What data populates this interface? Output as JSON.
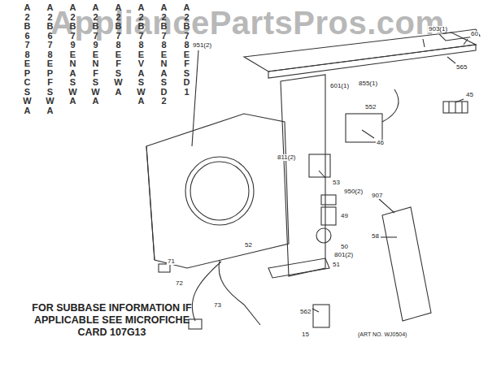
{
  "diagram": {
    "labels": [
      "AppliancePartsPros.com",
      "A2B678EPCSWA",
      "A2B678EPFSWA",
      "A2B79ENASWA",
      "A2B79ENFSWA",
      "A2B78EFSWA",
      "A2B78EVASWA",
      "A2B78ENASD2",
      "A2B78EFSD1",
      "FOR SUBBASE INFORMATION IF APPLICABLE SEE MICROFICHE CARD 107G13",
      "(ART NO. WJ0504)",
      "60",
      "903(1)",
      "565",
      "601(1)",
      "855(1)",
      "45",
      "552",
      "46",
      "951(2)",
      "811(2)",
      "53",
      "950(2)",
      "49",
      "907",
      "50",
      "801(2)",
      "51",
      "58",
      "52",
      "71",
      "72",
      "73",
      "562",
      "15"
    ]
  }
}
